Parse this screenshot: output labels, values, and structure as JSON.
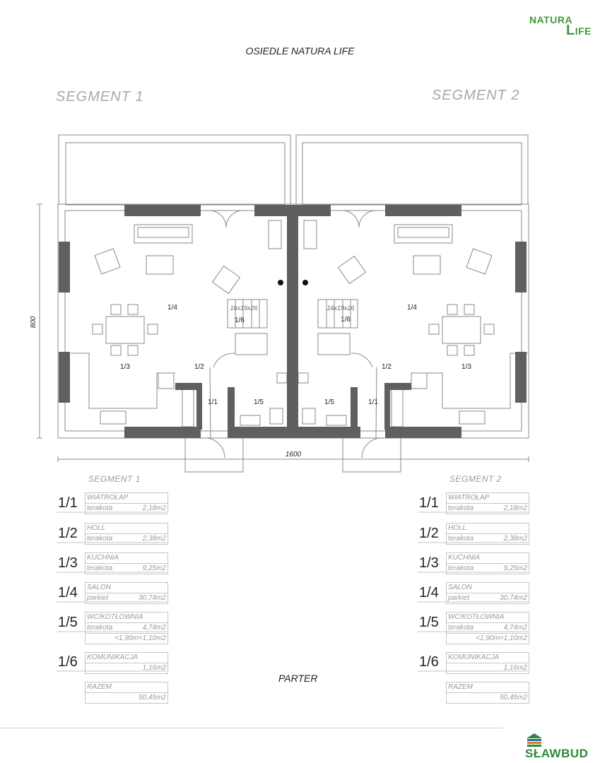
{
  "brand": {
    "line1": "NATURA",
    "line2_initial": "L",
    "line2_rest": "IFE"
  },
  "title": "OSIEDLE NATURA LIFE",
  "segments": [
    {
      "heading": "SEGMENT  1",
      "subheading": "SEGMENT  1"
    },
    {
      "heading": "SEGMENT  2",
      "subheading": "SEGMENT  2"
    }
  ],
  "plan": {
    "dimension_height": "800",
    "dimension_width": "1600",
    "stair_label": "16x19x26",
    "room_labels": {
      "r11": "1/1",
      "r12": "1/2",
      "r13": "1/3",
      "r14": "1/4",
      "r15": "1/5",
      "r16": "1/6"
    }
  },
  "rooms": [
    {
      "code": "1/1",
      "name": "WIATROŁAP",
      "material": "terakota",
      "area": "2,18m2"
    },
    {
      "code": "1/2",
      "name": "HOLL",
      "material": "terakota",
      "area": "2,38m2"
    },
    {
      "code": "1/3",
      "name": "KUCHNIA",
      "material": "terakota",
      "area": "9,25m2"
    },
    {
      "code": "1/4",
      "name": "SALON",
      "material": "parkiet",
      "area": "30,74m2"
    },
    {
      "code": "1/5",
      "name": "WC/KOTŁOWNIA",
      "material": "terakota",
      "area": "4,74m2",
      "extra": "<1,90m=1,10m2"
    },
    {
      "code": "1/6",
      "name": "KOMUNIKACJA",
      "material": "",
      "area": "1,16m2"
    }
  ],
  "total": {
    "name": "RAZEM",
    "area": "50,45m2"
  },
  "floor_name": "PARTER",
  "footer_brand": "SŁAWBUD",
  "colors": {
    "wall": "#5f5f62",
    "line": "#8a8a8a",
    "brand_green": "#3d9a3a"
  }
}
